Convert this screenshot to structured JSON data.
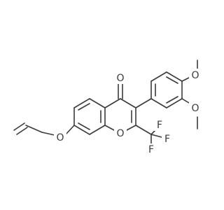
{
  "molecule": {
    "atoms": {
      "carbonyl_oxygen": "O",
      "methoxy_oxygen_1": "O",
      "methoxy_oxygen_2": "O",
      "ring_oxygen": "O",
      "allyloxy_oxygen": "O",
      "fluorine_1": "F",
      "fluorine_2": "F",
      "fluorine_3": "F"
    },
    "colors": {
      "bond": "#3a3a3a",
      "oxygen": "#e8281e",
      "fluorine": "#38b000"
    }
  }
}
